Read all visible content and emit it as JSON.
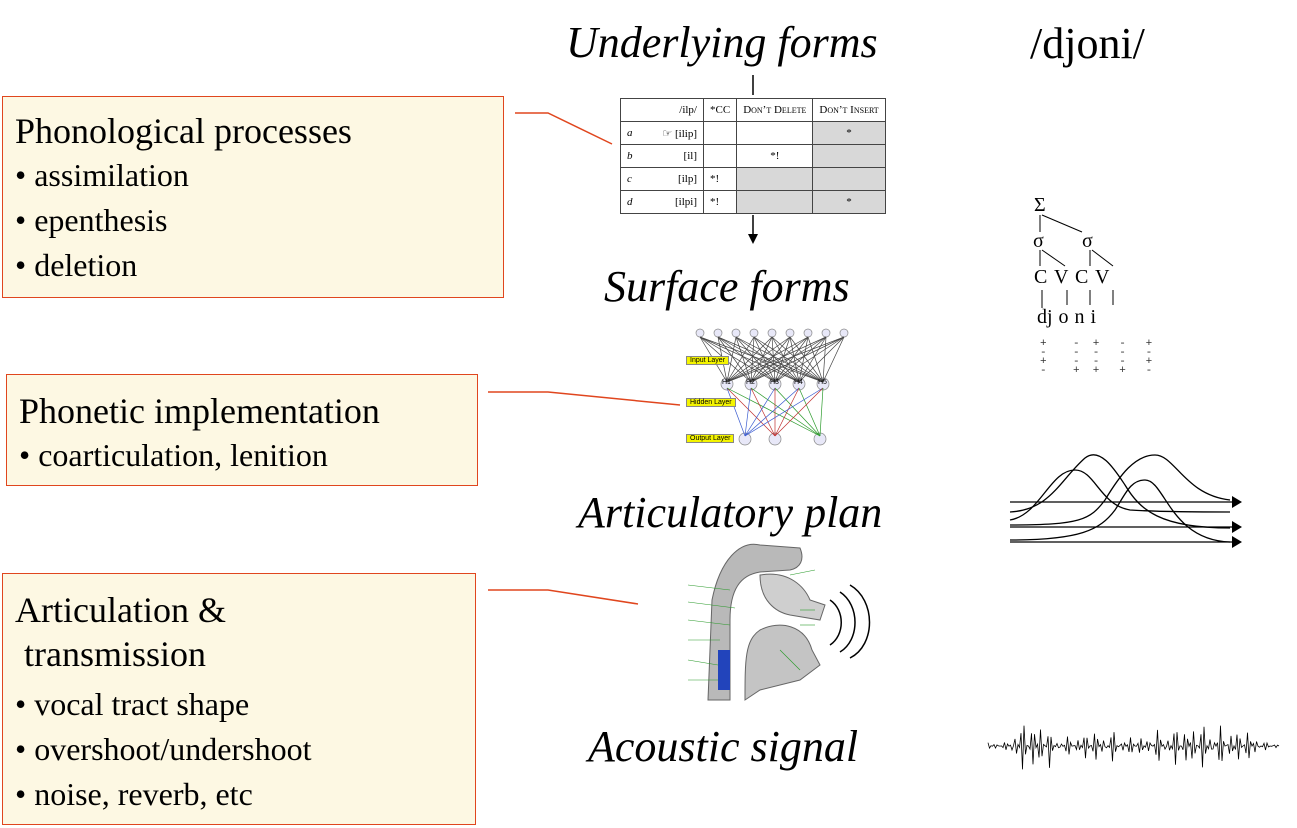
{
  "stages": {
    "underlying": "Underlying forms",
    "surface": "Surface forms",
    "articulatory": "Articulatory plan",
    "acoustic": "Acoustic signal"
  },
  "example_form": "/djoni/",
  "boxes": {
    "phonological": {
      "heading": "Phonological processes",
      "items": [
        "assimilation",
        "epenthesis",
        "deletion"
      ]
    },
    "phonetic": {
      "heading": "Phonetic implementation",
      "items": [
        "coarticulation, lenition"
      ]
    },
    "articulation": {
      "heading_line1": "Articulation &",
      "heading_line2": " transmission",
      "items": [
        "vocal tract shape",
        "overshoot/undershoot",
        "noise, reverb, etc"
      ]
    }
  },
  "ot_tableau": {
    "input": "/ilp/",
    "constraints": [
      "*CC",
      "Don’t Delete",
      "Don’t Insert"
    ],
    "rows": [
      {
        "letter": "a",
        "hand": "☞",
        "candidate": "[ilip]",
        "cells": [
          "",
          "",
          "*"
        ]
      },
      {
        "letter": "b",
        "hand": "",
        "candidate": "[il]",
        "cells": [
          "",
          "*!",
          ""
        ]
      },
      {
        "letter": "c",
        "hand": "",
        "candidate": "[ilp]",
        "cells": [
          "*!",
          "",
          ""
        ]
      },
      {
        "letter": "d",
        "hand": "",
        "candidate": "[ilpi]",
        "cells": [
          "*!",
          "",
          "*"
        ]
      }
    ]
  },
  "neural_net": {
    "input_layer": "Input Layer",
    "hidden_layer": "Hidden Layer",
    "output_layer": "Output Layer",
    "hidden_nodes": [
      "H1",
      "H2",
      "H3",
      "H4",
      "H5"
    ]
  },
  "syllable_tree": {
    "root": "Σ",
    "sigma1": "σ",
    "sigma2": "σ",
    "cv": "C V C V",
    "segments": "dj o n i"
  },
  "colors": {
    "box_fill": "#fdf8e3",
    "box_border": "#e0461e",
    "connector": "#e0461e"
  }
}
